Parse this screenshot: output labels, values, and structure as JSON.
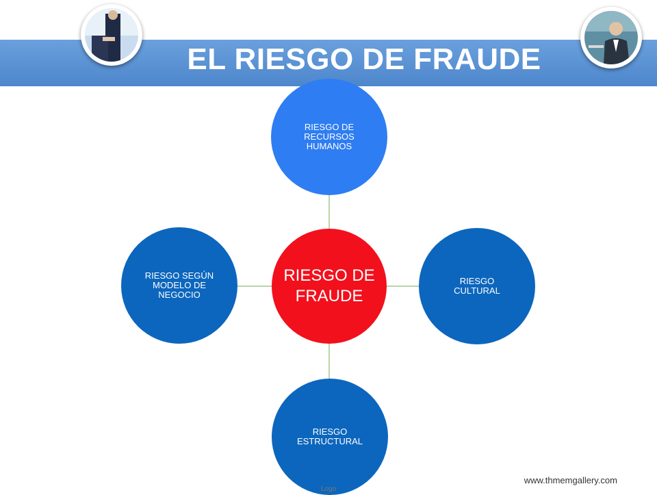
{
  "slide": {
    "title": "EL RIESGO DE FRAUDE",
    "footer_url": "www.thmemgallery.com",
    "logo_text": "Logo"
  },
  "diagram": {
    "center": {
      "label": "RIESGO DE FRAUDE",
      "color": "#f2101c"
    },
    "nodes": [
      {
        "id": "top",
        "label": "RIESGO DE RECURSOS HUMANOS",
        "color": "#2e7df2"
      },
      {
        "id": "right",
        "label": "RIESGO CULTURAL",
        "color": "#0c66bd"
      },
      {
        "id": "bottom",
        "label": "RIESGO ESTRUCTURAL",
        "color": "#0c66bd"
      },
      {
        "id": "left",
        "label": "RIESGO SEGÚN MODELO DE NEGOCIO",
        "color": "#0c66bd"
      }
    ],
    "connector_color": "#b8d4a8"
  },
  "decor": {
    "banner_color": "#5b93d6",
    "photo_left_icon": "handshake-photo-icon",
    "photo_right_icon": "businessman-photo-icon"
  }
}
